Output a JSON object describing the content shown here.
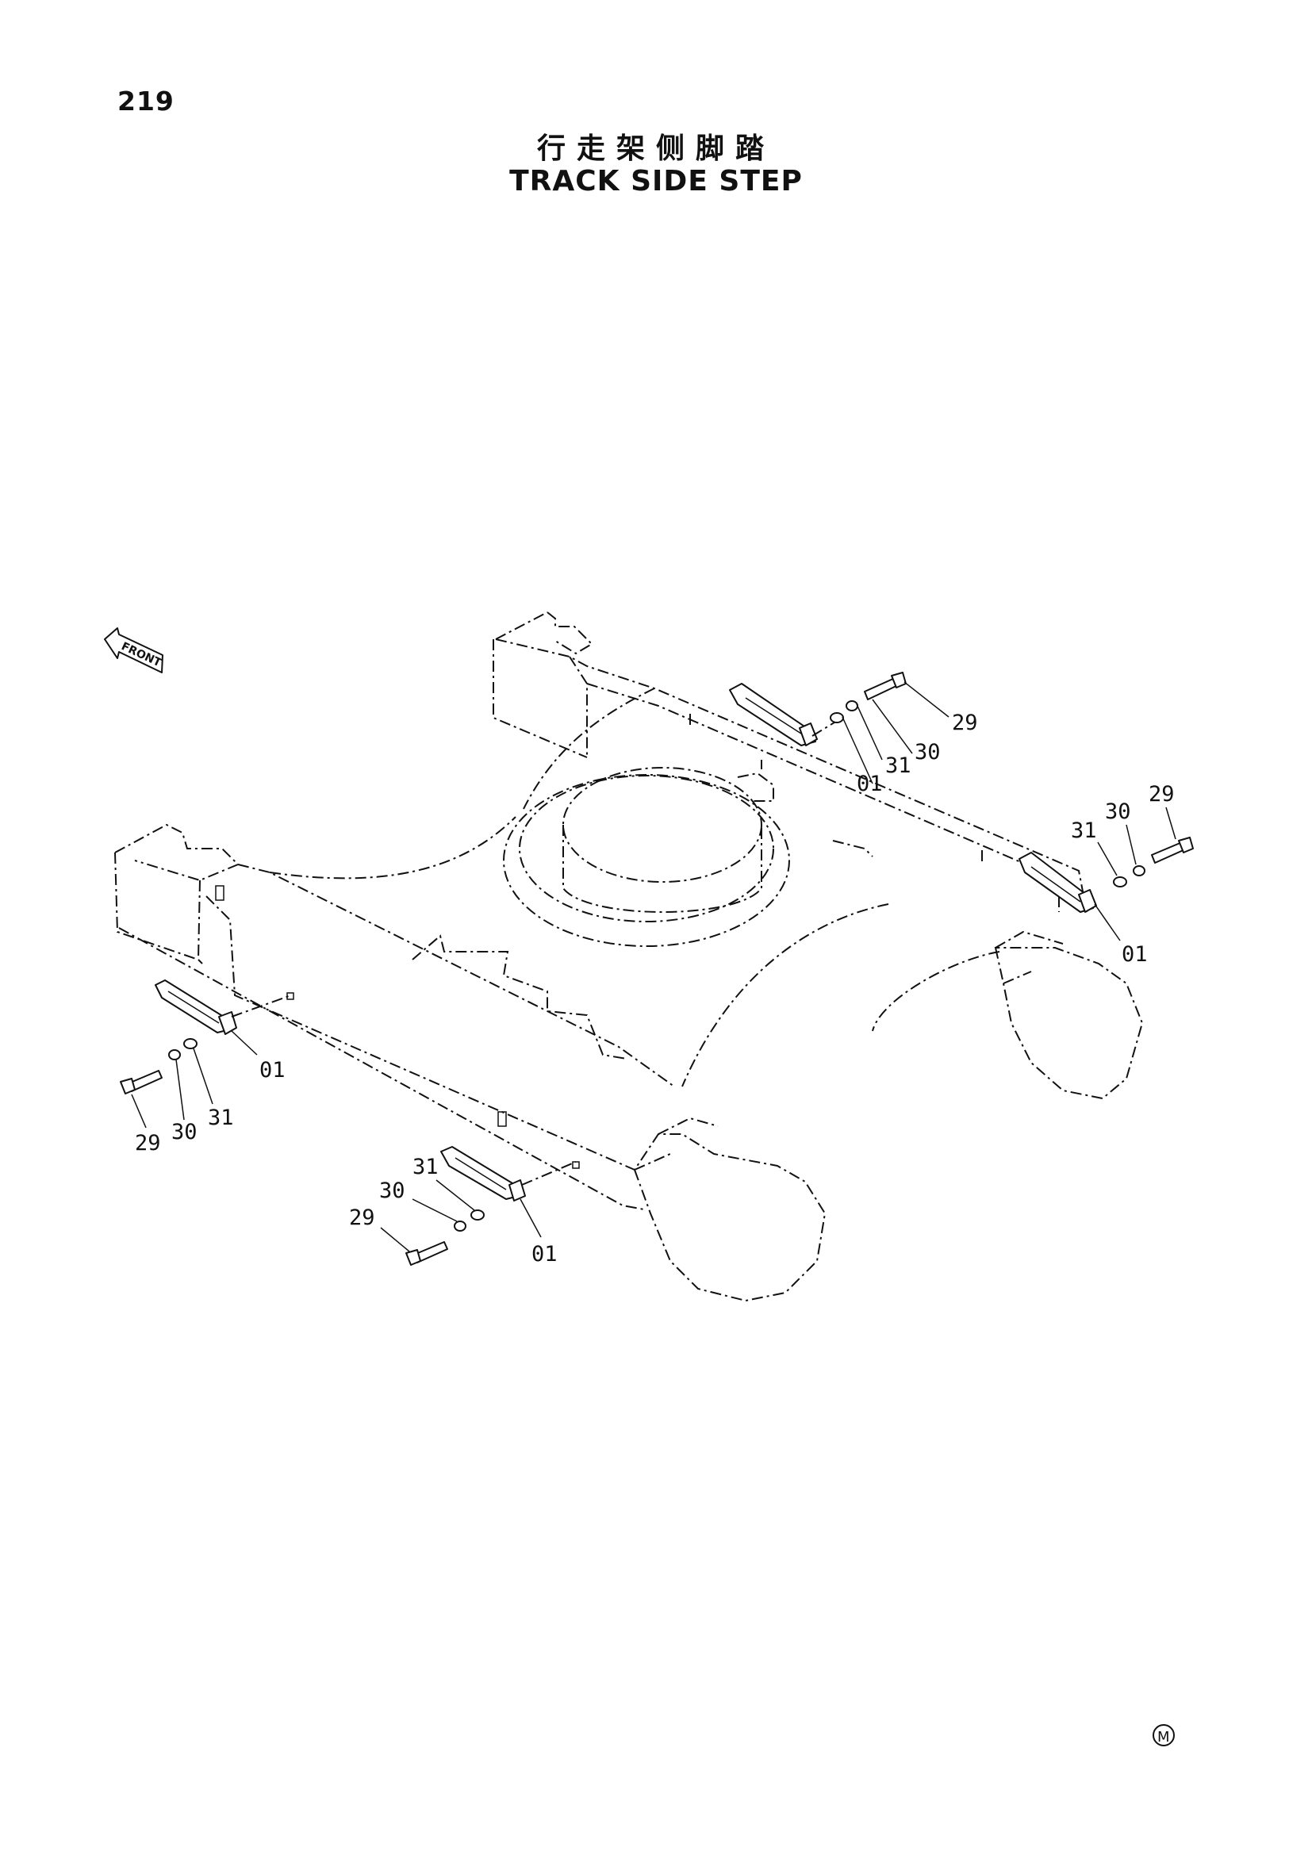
{
  "page_number": "219",
  "title_cn": "行走架侧脚踏",
  "title_en": "TRACK SIDE STEP",
  "front_label": "FRONT",
  "corner_mark": "M",
  "callouts": {
    "rf_01": "01",
    "rf_31": "31",
    "rf_30": "30",
    "rf_29": "29",
    "rr_29": "29",
    "rr_30": "30",
    "rr_31": "31",
    "rr_01": "01",
    "lf_01": "01",
    "lf_31": "31",
    "lf_30": "30",
    "lf_29": "29",
    "lr_31": "31",
    "lr_30": "30",
    "lr_29": "29",
    "lr_01": "01"
  }
}
